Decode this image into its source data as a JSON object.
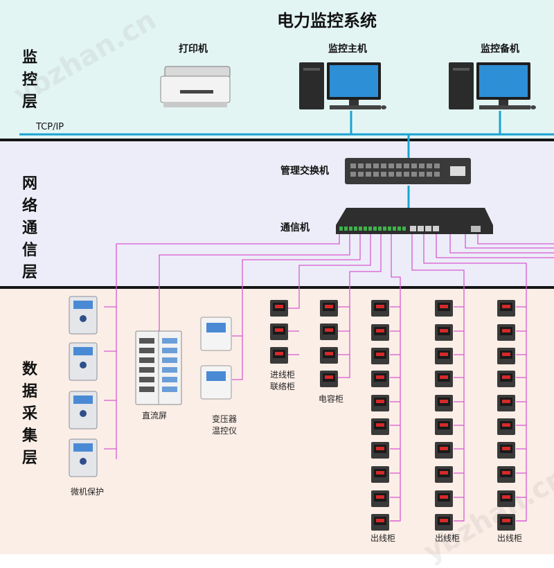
{
  "title": "电力监控系统",
  "watermark": "ybzhan.cn",
  "layers": {
    "monitor": [
      "监",
      "控",
      "层"
    ],
    "network": [
      "网",
      "络",
      "通",
      "信",
      "层"
    ],
    "data": [
      "数",
      "据",
      "采",
      "集",
      "层"
    ]
  },
  "monitor_layer": {
    "printer": "打印机",
    "main_host": "监控主机",
    "backup_host": "监控备机",
    "bus": "TCP/IP"
  },
  "network_layer": {
    "switch": "管理交换机",
    "comm": "通信机"
  },
  "data_layer": {
    "relay": "微机保护",
    "dc": "直流屏",
    "transformer": [
      "变压器",
      "温控仪"
    ],
    "incoming": [
      "进线柜",
      "联络柜"
    ],
    "capacitor": "电容柜",
    "outgoing": [
      "出线柜",
      "出线柜",
      "出线柜"
    ]
  },
  "colors": {
    "monitor_band": "#e3f5f3",
    "network_band": "#ecedf8",
    "data_band": "#fbeee6",
    "bus_line": "#1aa3d4",
    "signal_line": "#d85ad2"
  }
}
